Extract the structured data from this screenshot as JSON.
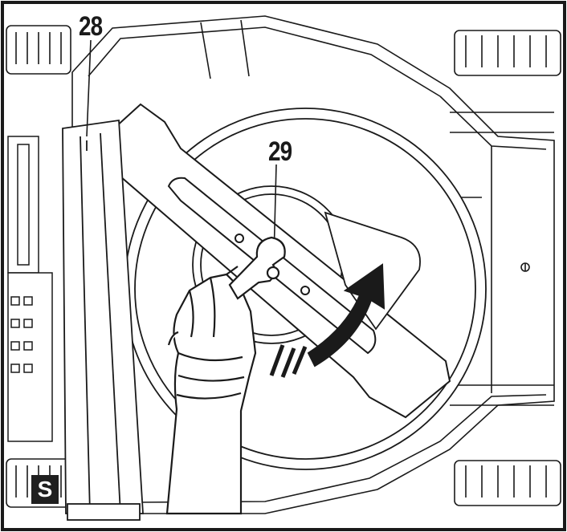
{
  "callouts": {
    "handle_part": "28",
    "blade_bolt": "29"
  },
  "section_badge": "S",
  "colors": {
    "ink": "#1a1a1a",
    "paper": "#ffffff",
    "badge_background": "#1f1f1f"
  },
  "icons": {
    "rotation_arrow": "curved-arrow-icon",
    "wrench": "wrench-icon"
  }
}
